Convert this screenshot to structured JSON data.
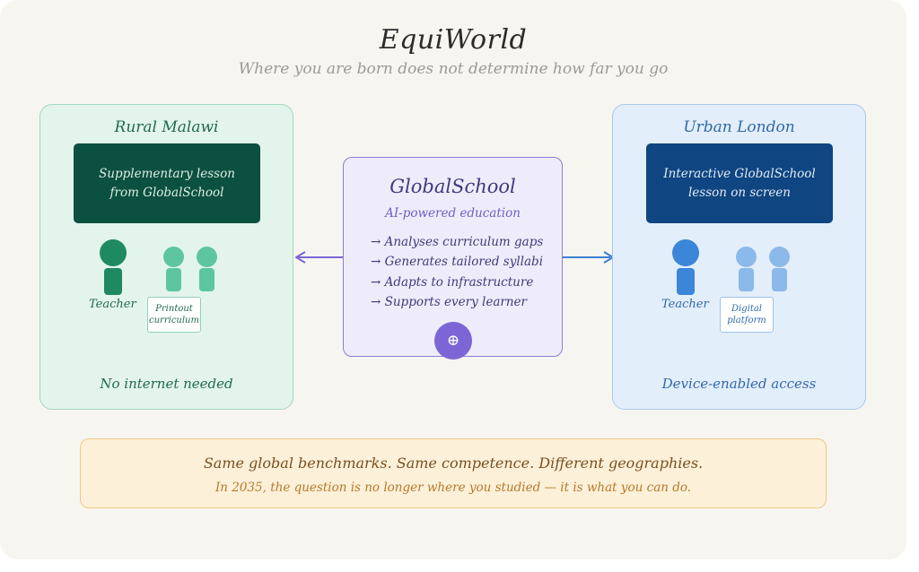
{
  "header": {
    "title": "EquiWorld",
    "subtitle": "Where you are born does not determine how far you go"
  },
  "left_panel": {
    "heading": "Rural Malawi",
    "lesson_text": "Supplementary lesson from GlobalSchool",
    "teacher_label": "Teacher",
    "tag_text": "Printout curriculum",
    "footer": "No internet needed"
  },
  "center": {
    "title": "GlobalSchool",
    "subtitle": "AI-powered education",
    "features": [
      "→ Analyses curriculum gaps",
      "→ Generates tailored syllabi",
      "→ Adapts to infrastructure",
      "→ Supports every learner"
    ],
    "icon": "globe-icon",
    "icon_glyph": "⊕"
  },
  "right_panel": {
    "heading": "Urban London",
    "lesson_text": "Interactive GlobalSchool lesson on screen",
    "teacher_label": "Teacher",
    "tag_text": "Digital platform",
    "footer": "Device-enabled access"
  },
  "banner": {
    "line1": "Same global benchmarks. Same competence. Different geographies.",
    "line2": "In 2035, the question is no longer where you studied — it is what you can do."
  },
  "colors": {
    "left_accent": "#1f6b4e",
    "left_dark": "#0b5040",
    "right_accent": "#2f6aa8",
    "right_dark": "#0f4580",
    "center_accent": "#7c66d6"
  }
}
